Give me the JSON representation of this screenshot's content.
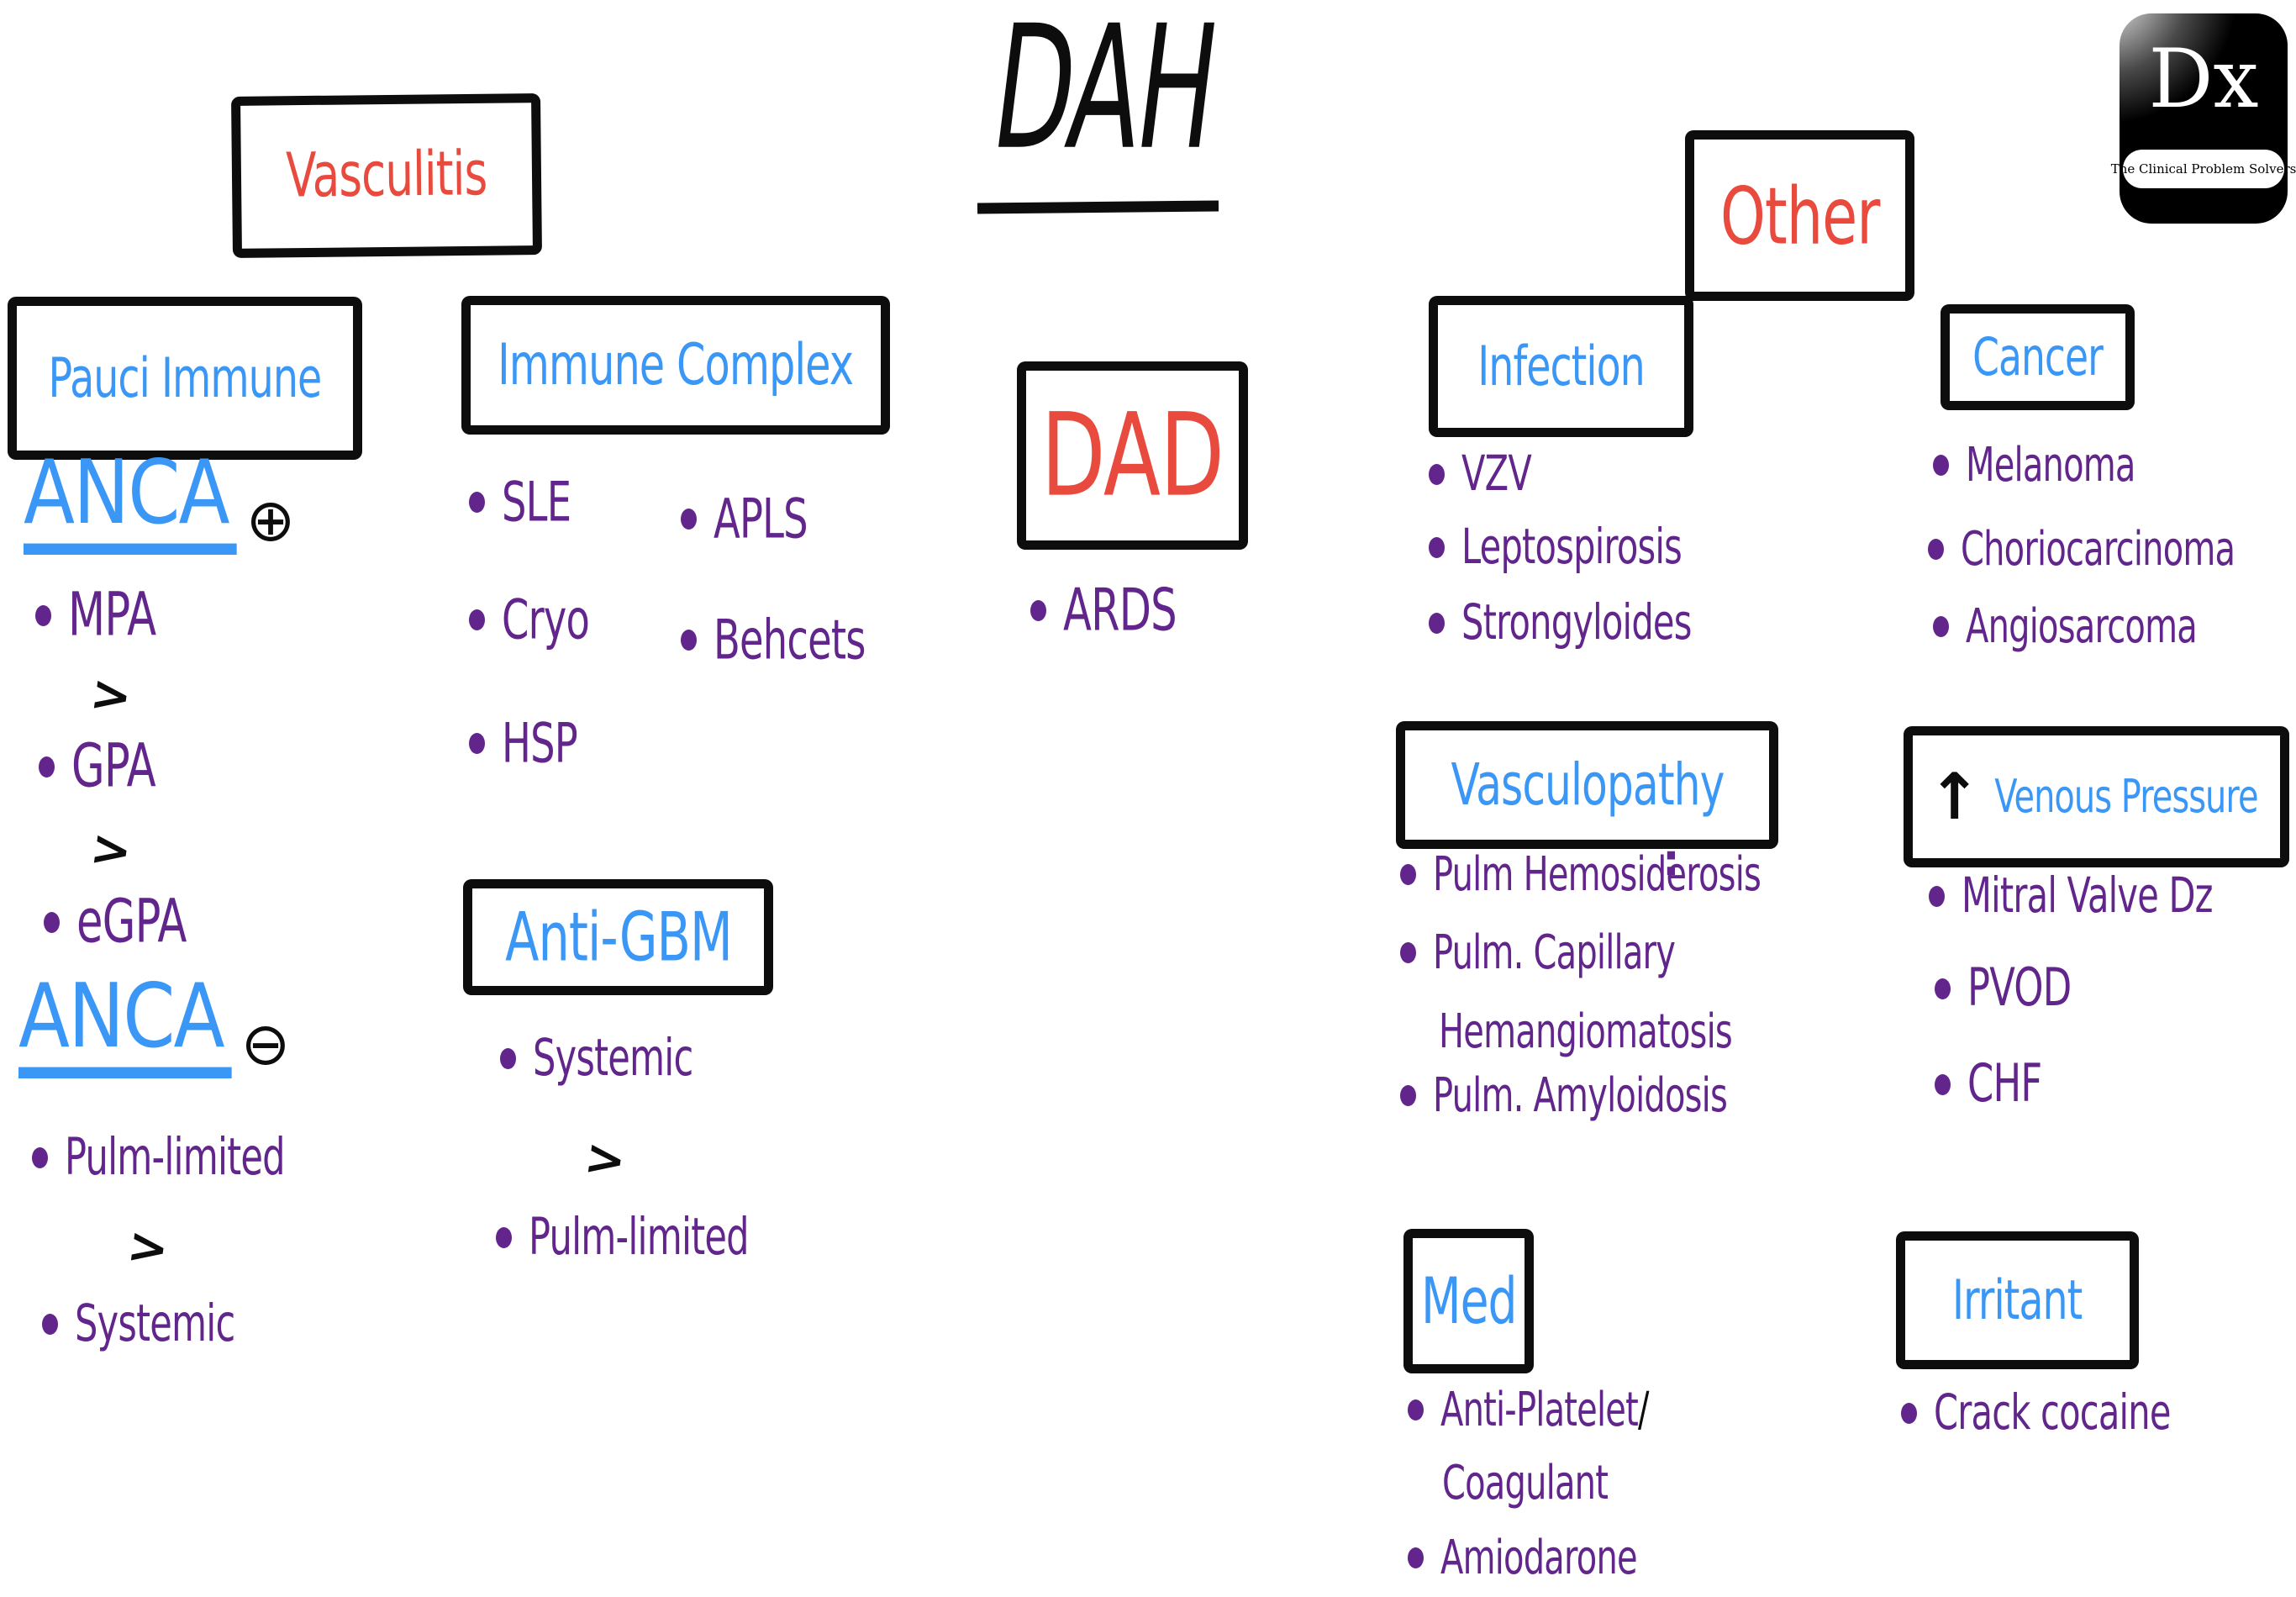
{
  "colors": {
    "accent_red": "#e94a3e",
    "accent_blue": "#3b97f6",
    "accent_purple": "#61258c",
    "ink_black": "#0d0d0d"
  },
  "title": "DAH",
  "logo": {
    "monogram": "Dx",
    "tagline": "The Clinical Problem Solvers"
  },
  "glyphs": {
    "arrow": ">",
    "up": "↑",
    "plus": "⊕",
    "minus": "⊖",
    "colon": ":",
    "slash": "/"
  },
  "vasculitis": {
    "header": "Vasculitis",
    "pauci": {
      "header": "Pauci Immune",
      "anca": "ANCA",
      "pos_items": [
        "MPA",
        "GPA",
        "eGPA"
      ],
      "neg_items": [
        "Pulm-limited",
        "Systemic"
      ]
    },
    "ic": {
      "header": "Immune Complex",
      "col1": [
        "SLE",
        "Cryo",
        "HSP"
      ],
      "col2": [
        "APLS",
        "Behcets"
      ]
    },
    "gbm": {
      "header": "Anti-GBM",
      "items": [
        "Systemic",
        "Pulm-limited"
      ]
    }
  },
  "dad": {
    "header": "DAD",
    "item": "ARDS"
  },
  "other": {
    "header": "Other",
    "infection": {
      "header": "Infection",
      "items": [
        "VZV",
        "Leptospirosis",
        "Strongyloides"
      ]
    },
    "cancer": {
      "header": "Cancer",
      "items": [
        "Melanoma",
        "Choriocarcinoma",
        "Angiosarcoma"
      ]
    },
    "vasc": {
      "header": "Vasculopathy",
      "item1": "Pulm Hemosiderosis",
      "item2a": "Pulm. Capillary",
      "item2b": "Hemangiomatosis",
      "item3": "Pulm. Amyloidosis"
    },
    "venous": {
      "header": "Venous Pressure",
      "items": [
        "Mitral Valve Dz",
        "PVOD",
        "CHF"
      ]
    },
    "med": {
      "header": "Med",
      "item1a": "Anti-Platelet",
      "item1b": "Coagulant",
      "item2": "Amiodarone"
    },
    "irritant": {
      "header": "Irritant",
      "item": "Crack cocaine"
    }
  }
}
